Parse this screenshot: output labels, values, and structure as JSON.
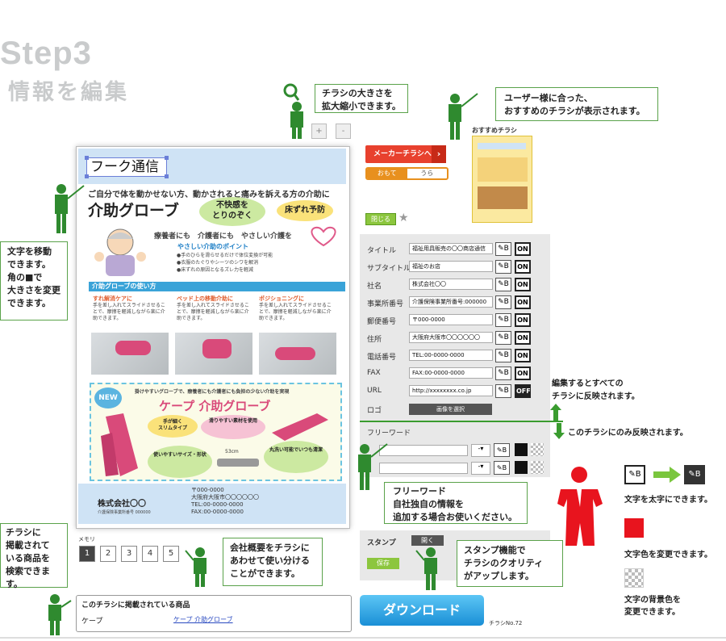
{
  "header": {
    "title": "Step3",
    "subtitle": "情報を編集"
  },
  "callouts": {
    "zoom": "チラシの大きさを\n拡大縮小できます。",
    "recommend": "ユーザー様に合った、\nおすすめのチラシが表示されます。",
    "move_text": "文字を移動\nできます。\n角の■で\n大きさを変更\nできます。",
    "edit_all": "編集するとすべての\nチラシに反映されます。",
    "this_only": "このチラシにのみ反映されます。",
    "freeword": "フリーワード\n自社独自の情報を\n追加する場合お使いください。",
    "company": "会社概要をチラシに\nあわせて使い分ける\nことができます。",
    "stamp": "スタンプ機能で\nチラシのクオリティ\nがアップします。",
    "search": "チラシに\n掲載されて\nいる商品を\n検索できます。"
  },
  "zoom": {
    "plus": "+",
    "minus": "-"
  },
  "flyer": {
    "title_box": "フーク通信",
    "lead": "ご自分で体を動かせない方、動かされると痛みを訴える方の介助に",
    "headline": "介助グローブ",
    "blob1": "不快感を\nとりのぞく",
    "blob2": "床ずれ予防",
    "tagline": "療養者にも　介護者にも　やさしい介護を",
    "point_title": "やさしい介助のポイント",
    "point_text": "●手のひらを滑らせるだけで体位変換が可能\n●衣服のたぐりやシーツのシワを解消\n●床ずれの原因となるズレ力を軽減",
    "section_title": "介助グローブの使い方",
    "col1": "すれ解消ケアに",
    "col2": "ベッド上の移動介助に",
    "col3": "ポジショニングに",
    "col_text": "手を差し入れてスライドさせることで、摩擦を軽減しながら楽に介助できます。",
    "new_badge": "NEW",
    "box_lead": "掛けやすいグローブで、療養者にも介護者にも負担の少ない介助を実現",
    "box_title": "ケープ 介助グローブ",
    "b1": "手が細く\nスリムタイプ",
    "b2": "滑りやすい素材を使用",
    "b3": "使いやすいサイズ・形状",
    "b4": "丸洗い可能でいつも清潔",
    "size": "53cm",
    "company": "株式会社〇〇",
    "company_sub": "介護保険事業所番号 000000",
    "address": "〒000-0000\n大阪府大阪市〇〇〇〇〇〇\nTEL:00-0000-0000\nFAX:00-0000-0000"
  },
  "right": {
    "recommend_label": "おすすめチラシ",
    "maker_btn": "メーカーチラシへ",
    "maker_arrow": "›",
    "front": "おもて",
    "back": "うら",
    "close": "閉じる",
    "star": "★"
  },
  "fields": [
    {
      "label": "タイトル",
      "value": "福祉用具販売の〇〇商店通信",
      "toggle": "ON"
    },
    {
      "label": "サブタイトル",
      "value": "福祉のお店",
      "toggle": "ON"
    },
    {
      "label": "社名",
      "value": "株式会社〇〇",
      "toggle": "ON"
    },
    {
      "label": "事業所番号",
      "value": "介護保険事業所番号:000000",
      "toggle": "ON"
    },
    {
      "label": "郵便番号",
      "value": "〒000-0000",
      "toggle": "ON"
    },
    {
      "label": "住所",
      "value": "大阪府大阪市〇〇〇〇〇〇",
      "toggle": "ON"
    },
    {
      "label": "電話番号",
      "value": "TEL:00-0000-0000",
      "toggle": "ON"
    },
    {
      "label": "FAX",
      "value": "FAX:00-0000-0000",
      "toggle": "ON"
    },
    {
      "label": "URL",
      "value": "http://xxxxxxxx.co.jp",
      "toggle": "OFF"
    }
  ],
  "logo": {
    "label": "ロゴ",
    "button": "画像を選択"
  },
  "freeword": {
    "label": "フリーワード"
  },
  "stamp": {
    "label": "スタンプ",
    "open": "開く",
    "save": "保存"
  },
  "pen_glyph": "✎B",
  "legend": {
    "bold": "文字を太字にできます。",
    "color": "文字色を変更できます。",
    "bg": "文字の背景色を\n変更できます。"
  },
  "pagination": {
    "label": "メモリ",
    "pages": [
      "1",
      "2",
      "3",
      "4",
      "5"
    ]
  },
  "products": {
    "title": "このチラシに掲載されている商品",
    "name": "ケープ",
    "link": "ケープ 介助グローブ"
  },
  "download": {
    "label": "ダウンロード",
    "number": "チラシNo.72"
  },
  "colors": {
    "accent_green": "#3a9c2f",
    "maker_red": "#e8412e",
    "download_blue": "#1a8fd6",
    "legend_red": "#e8141e"
  }
}
